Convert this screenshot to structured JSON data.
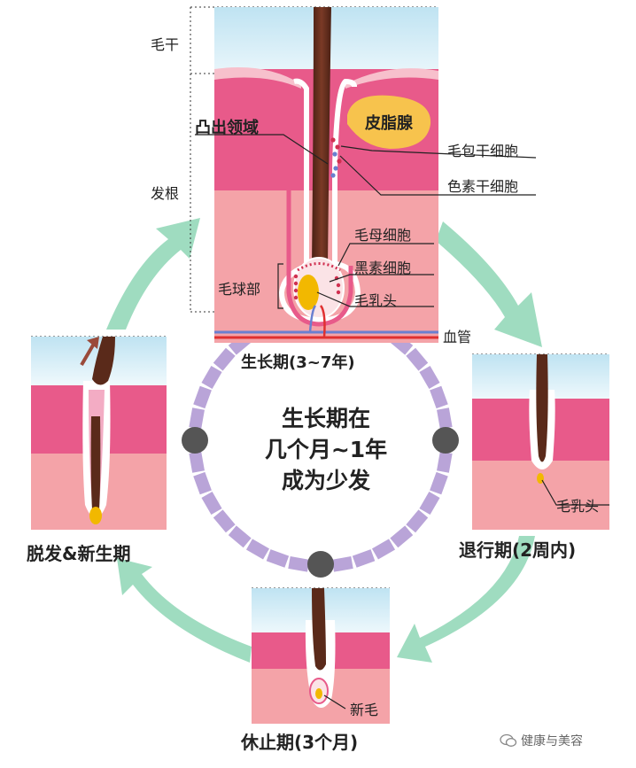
{
  "labels": {
    "hair_shaft": "毛干",
    "hair_root": "发根",
    "bulge": "凸出领域",
    "sebaceous_gland": "皮脂腺",
    "follicle_stem_cells": "毛包干细胞",
    "pigment_stem_cells": "色素干细胞",
    "hair_matrix_cells": "毛母细胞",
    "melanocytes": "黑素细胞",
    "dermal_papilla": "毛乳头",
    "hair_bulb": "毛球部",
    "blood_vessel": "血管",
    "dermal_papilla_catagen": "毛乳头",
    "new_hair": "新毛"
  },
  "phases": {
    "anagen": "生长期(3~7年)",
    "catagen": "退行期(2周内)",
    "telogen": "休止期(3个月)",
    "exogen": "脱发&新生期"
  },
  "center_text": [
    "生长期在",
    "几个月~1年",
    "成为少发"
  ],
  "watermark": "健康与美容",
  "colors": {
    "sky": "#cfe9f5",
    "epidermis": "#e85a8a",
    "dermis": "#f4a3a8",
    "hair": "#5a2a1a",
    "sebaceous": "#f7c34d",
    "papilla": "#f2b800",
    "arrow": "#9fdcc0",
    "dash": "#b9a4d8",
    "dot": "#555555",
    "vessel_red": "#e03030",
    "vessel_blue": "#6a7fd0"
  }
}
